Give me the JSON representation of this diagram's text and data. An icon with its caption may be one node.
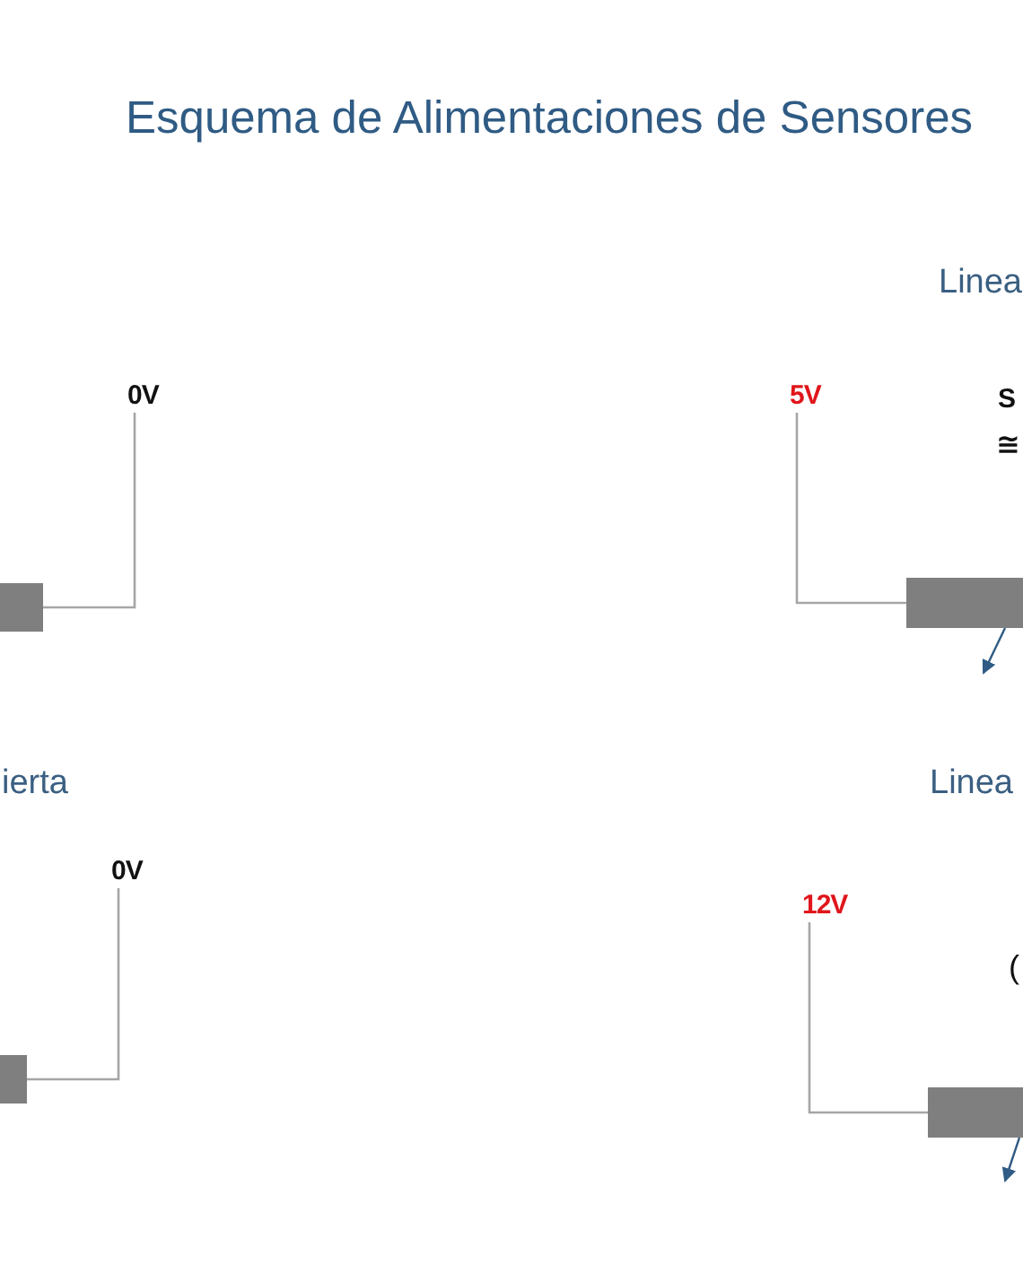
{
  "diagram": {
    "title": "Esquema de Alimentaciones de Sensores",
    "nodes": [
      {
        "text": [
          "0V"
        ]
      },
      {
        "text": [],
        "shape": "box"
      },
      {
        "text": [
          "5V"
        ]
      },
      {
        "text": [],
        "shape": "box"
      },
      {
        "text": [
          "0V"
        ]
      },
      {
        "text": [],
        "shape": "box"
      },
      {
        "text": [
          "12V"
        ]
      },
      {
        "text": [],
        "shape": "box"
      }
    ],
    "edges": [
      {
        "from": 1,
        "to": 0,
        "arrow": "none"
      },
      {
        "from": 3,
        "to": 2,
        "arrow": "none"
      },
      {
        "from": 3,
        "to": null,
        "arrow": "to",
        "color": "#2f5b84"
      },
      {
        "from": 5,
        "to": 4,
        "arrow": "none"
      },
      {
        "from": 7,
        "to": 6,
        "arrow": "none"
      },
      {
        "from": 7,
        "to": null,
        "arrow": "to",
        "color": "#2f5b84"
      }
    ],
    "labels": [
      "Linea",
      "S",
      "≅",
      "ierta",
      "Linea",
      "("
    ]
  }
}
